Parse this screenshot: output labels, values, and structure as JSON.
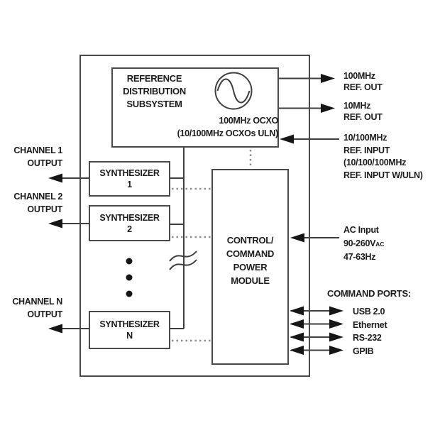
{
  "reference": {
    "title": "REFERENCE\nDISTRIBUTION\nSUBSYSTEM",
    "oscillator_caption": "100MHz OCXO\n(10/100MHz OCXOs ULN)"
  },
  "synthesizers": [
    {
      "label": "SYNTHESIZER\n1"
    },
    {
      "label": "SYNTHESIZER\n2"
    },
    {
      "label": "SYNTHESIZER\nN"
    }
  ],
  "control": {
    "label": "CONTROL/\nCOMMAND\nPOWER\nMODULE"
  },
  "channels": [
    {
      "label": "CHANNEL 1\nOUTPUT"
    },
    {
      "label": "CHANNEL 2\nOUTPUT"
    },
    {
      "label": "CHANNEL N\nOUTPUT"
    }
  ],
  "references_io": {
    "ref_out_100": "100MHz\nREF. OUT",
    "ref_out_10": "10MHz\nREF. OUT",
    "ref_input": "10/100MHz\nREF. INPUT\n(10/100/100MHz\nREF. INPUT W/ULN)"
  },
  "power": {
    "line1": "AC Input",
    "line2_main": "90-260V",
    "line2_sub": "AC",
    "line3": "47-63Hz"
  },
  "command_ports": {
    "title": "COMMAND PORTS:",
    "items": [
      "USB 2.0",
      "Ethernet",
      "RS-232",
      "GPIB"
    ]
  },
  "colors": {
    "line": "#3f3f3f",
    "arrow": "#161616",
    "dotted": "#8f8f8f",
    "text": "#1c1c1c",
    "background": "#ffffff"
  }
}
